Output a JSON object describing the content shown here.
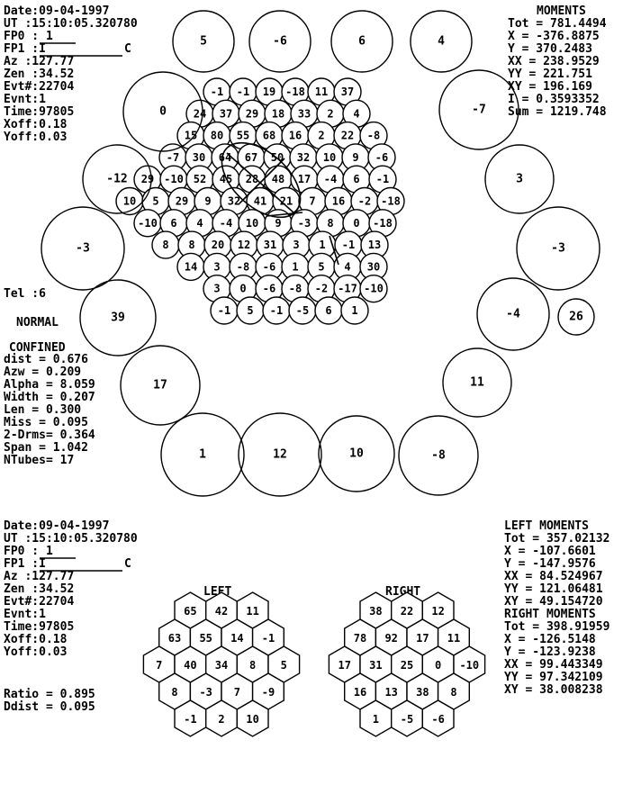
{
  "top": {
    "info_lines": [
      "Date:09-04-1997",
      "UT  :15:10:05.320780",
      "FP0 : 1",
      "FP1 :I",
      "Az  :127.77",
      "Zen :34.52",
      "Evt#:22704",
      "Evnt:1",
      "Time:97805",
      "Xoff:0.18",
      "Yoff:0.03"
    ],
    "fp1_suffix": "C",
    "tel": "Tel :6",
    "mode_normal": "NORMAL",
    "mode_confined": "CONFINED",
    "params": [
      "dist  = 0.676",
      "Azw   = 0.209",
      "Alpha = 8.059",
      "Width = 0.207",
      "Len   = 0.300",
      "Miss  = 0.095",
      "2-Drms= 0.364",
      "Span  = 1.042",
      "NTubes= 17"
    ],
    "moments_title": "MOMENTS",
    "moments": [
      "Tot = 781.4494",
      "X   = -376.8875",
      "Y   = 370.2483",
      "XX  = 238.9529",
      "YY  = 221.751",
      "XY  = 196.169",
      "I   = 0.3593352",
      "Sum = 1219.748"
    ]
  },
  "camera": {
    "inner_rows": [
      [
        "-1",
        "-1",
        "19",
        "-18",
        "11",
        "37"
      ],
      [
        "24",
        "37",
        "29",
        "18",
        "33",
        "2",
        "4"
      ],
      [
        "15",
        "80",
        "55",
        "68",
        "16",
        "2",
        "22",
        "-8"
      ],
      [
        "-7",
        "30",
        "64",
        "67",
        "50",
        "32",
        "10",
        "9",
        "-6"
      ],
      [
        "29",
        "-10",
        "52",
        "45",
        "28",
        "48",
        "17",
        "-4",
        "6",
        "-1"
      ],
      [
        "10",
        "5",
        "29",
        "9",
        "32",
        "41",
        "21",
        "7",
        "16",
        "-2",
        "-18"
      ],
      [
        "-10",
        "6",
        "4",
        "-4",
        "10",
        "9",
        "-3",
        "8",
        "0",
        "-18"
      ],
      [
        "8",
        "8",
        "20",
        "12",
        "31",
        "3",
        "1",
        "-1",
        "13"
      ],
      [
        "14",
        "3",
        "-8",
        "-6",
        "1",
        "5",
        "4",
        "30"
      ],
      [
        "3",
        "0",
        "-6",
        "-8",
        "-2",
        "-17",
        "-10"
      ],
      [
        "-1",
        "5",
        "-1",
        "-5",
        "6",
        "1"
      ]
    ],
    "outer_values": [
      "5",
      "-6",
      "6",
      "4",
      "0",
      "-7",
      "-12",
      "3",
      "-3",
      "-3",
      "39",
      "-4",
      "26",
      "17",
      "11",
      "1",
      "12",
      "10",
      "-8"
    ]
  },
  "bottom": {
    "info_lines": [
      "Date:09-04-1997",
      "UT  :15:10:05.320780",
      "FP0 : 1",
      "FP1 :I",
      "Az  :127.77",
      "Zen :34.52",
      "Evt#:22704",
      "Evnt:1",
      "Time:97805",
      "Xoff:0.18",
      "Yoff:0.03"
    ],
    "fp1_suffix": "C",
    "ratio_lines": [
      "Ratio = 0.895",
      "Ddist = 0.095"
    ],
    "left_title": "LEFT",
    "right_title": "RIGHT",
    "left_rows": [
      [
        "65",
        "42",
        "11"
      ],
      [
        "63",
        "55",
        "14",
        "-1"
      ],
      [
        "7",
        "40",
        "34",
        "8",
        "5"
      ],
      [
        "8",
        "-3",
        "7",
        "-9"
      ],
      [
        "-1",
        "2",
        "10"
      ]
    ],
    "right_rows": [
      [
        "38",
        "22",
        "12"
      ],
      [
        "78",
        "92",
        "17",
        "11"
      ],
      [
        "17",
        "31",
        "25",
        "0",
        "-10"
      ],
      [
        "16",
        "13",
        "38",
        "8"
      ],
      [
        "1",
        "-5",
        "-6"
      ]
    ],
    "left_moments_title": "LEFT MOMENTS",
    "left_moments": [
      "Tot = 357.02132",
      "X   = -107.6601",
      "Y   = -147.9576",
      "XX  = 84.524967",
      "YY  = 121.06481",
      "XY  = 49.154720"
    ],
    "right_moments_title": "RIGHT MOMENTS",
    "right_moments": [
      "Tot = 398.91959",
      "X   = -126.5148",
      "Y   = -123.9238",
      "XX  = 99.443349",
      "YY  = 97.342109",
      "XY  = 38.008238"
    ]
  }
}
